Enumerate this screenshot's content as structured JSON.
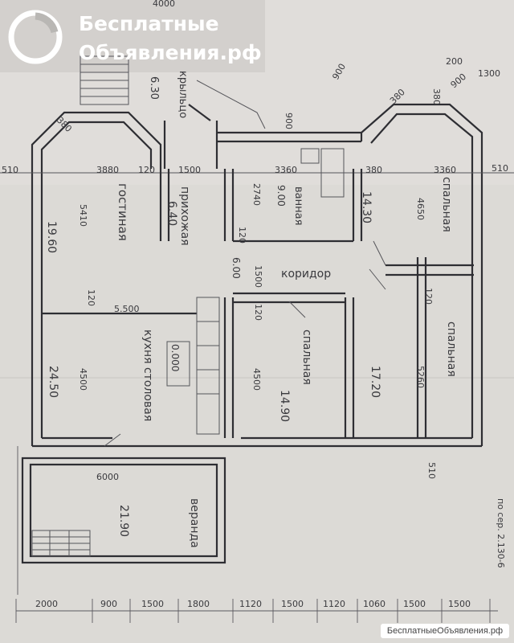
{
  "watermark": {
    "line1": "Бесплатные",
    "line2": "Объявления.рф"
  },
  "footer_badge": "БесплатныеОбъявления.рф",
  "rooms": {
    "living": {
      "name": "гостиная",
      "area": "19.60"
    },
    "hall": {
      "name": "прихожая",
      "area": "6.40"
    },
    "porch": {
      "name": "крыльцо",
      "area": "6.30"
    },
    "bath": {
      "name": "ванная",
      "area": "9.00"
    },
    "bedroom_ne": {
      "name": "спальная",
      "area": "14.30"
    },
    "corridor": {
      "name": "коридор",
      "area": "6.00"
    },
    "kitchen": {
      "name": "кухня столовая",
      "area": "24.50"
    },
    "kitchen_box": {
      "area": "0.000"
    },
    "bedroom_mid": {
      "name": "спальная",
      "area": "14.90"
    },
    "bedroom_e": {
      "name": "спальная",
      "area": "17.20"
    },
    "veranda": {
      "name": "веранда",
      "area": "21.90"
    }
  },
  "dims": {
    "top_left": "4000",
    "d3880": "3880",
    "d120a": "120",
    "d1500a": "1500",
    "d3360a": "3360",
    "d380a": "380",
    "d3360b": "3360",
    "d510a": "510",
    "d510b": "510",
    "d5410": "5410",
    "d120b": "120",
    "d5500": "5.500",
    "d2740": "2740",
    "d1500b": "1500",
    "d120c": "120",
    "d120d": "120",
    "d120e": "120",
    "d4650": "4650",
    "d4500a": "4500",
    "d4500b": "4500",
    "d5260": "5260",
    "d6000": "6000",
    "d510c": "510",
    "d380b": "380",
    "d380c": "380",
    "d380d": "380",
    "d900a": "900",
    "d900b": "900",
    "d900c": "900",
    "d200": "200",
    "d1300": "1300",
    "b2000": "2000",
    "b900": "900",
    "b1500a": "1500",
    "b1800": "1800",
    "b1120a": "1120",
    "b1500b": "1500",
    "b1120b": "1120",
    "b1060": "1060",
    "b1500c": "1500",
    "b1500d": "1500",
    "side_note": "по сер. 2.130-6"
  }
}
